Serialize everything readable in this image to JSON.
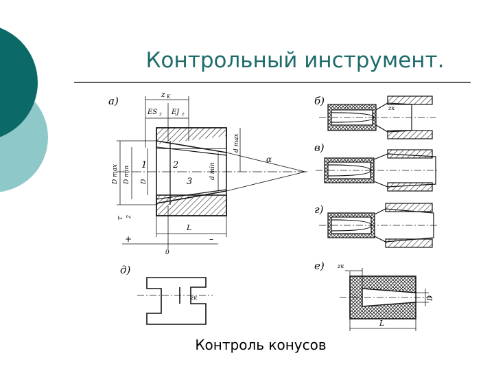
{
  "slide": {
    "title": "Контрольный инструмент.",
    "caption": "Контроль конусов"
  },
  "figure": {
    "panel_a": "а)",
    "panel_b": "б)",
    "panel_v": "в)",
    "panel_g": "г)",
    "panel_d": "д)",
    "panel_e": "е)",
    "zk": "z",
    "zk_sub": "K",
    "es": "ES",
    "es_sub": "z",
    "ej": "EJ",
    "ej_sub": "z",
    "dmax": "d max",
    "dmin": "d min",
    "Dmax": "D max",
    "Dmin": "D min",
    "Dl": "D",
    "Dl_sub": "l",
    "alpha": "α",
    "n1": "1",
    "n2": "2",
    "n3": "3",
    "L": "L",
    "zero": "0",
    "plus": "+",
    "minus": "–",
    "tdhalf": "T",
    "two": "2",
    "zk_small": "zк",
    "D": "D"
  },
  "colors": {
    "accent_dark": "#0b6a68",
    "accent_light": "#8fc8c8",
    "title": "#1f6b6b"
  }
}
